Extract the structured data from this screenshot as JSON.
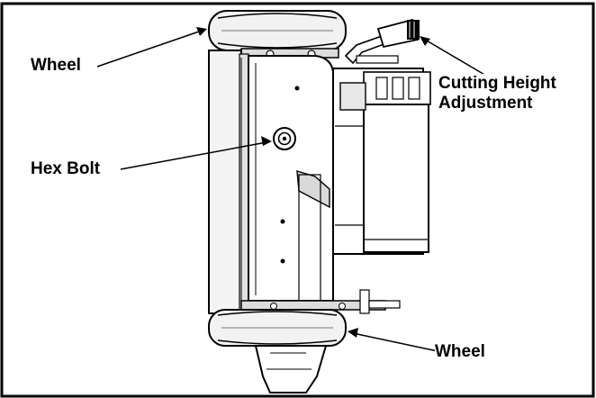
{
  "labels": {
    "wheel_top": "Wheel",
    "hex_bolt": "Hex Bolt",
    "cutting_line1": "Cutting Height",
    "cutting_line2": "Adjustment",
    "wheel_bottom": "Wheel"
  },
  "colors": {
    "line": "#000000",
    "background": "#ffffff",
    "panel_gray": "#e6e6e6",
    "panel_dark": "#cfcfcf"
  }
}
